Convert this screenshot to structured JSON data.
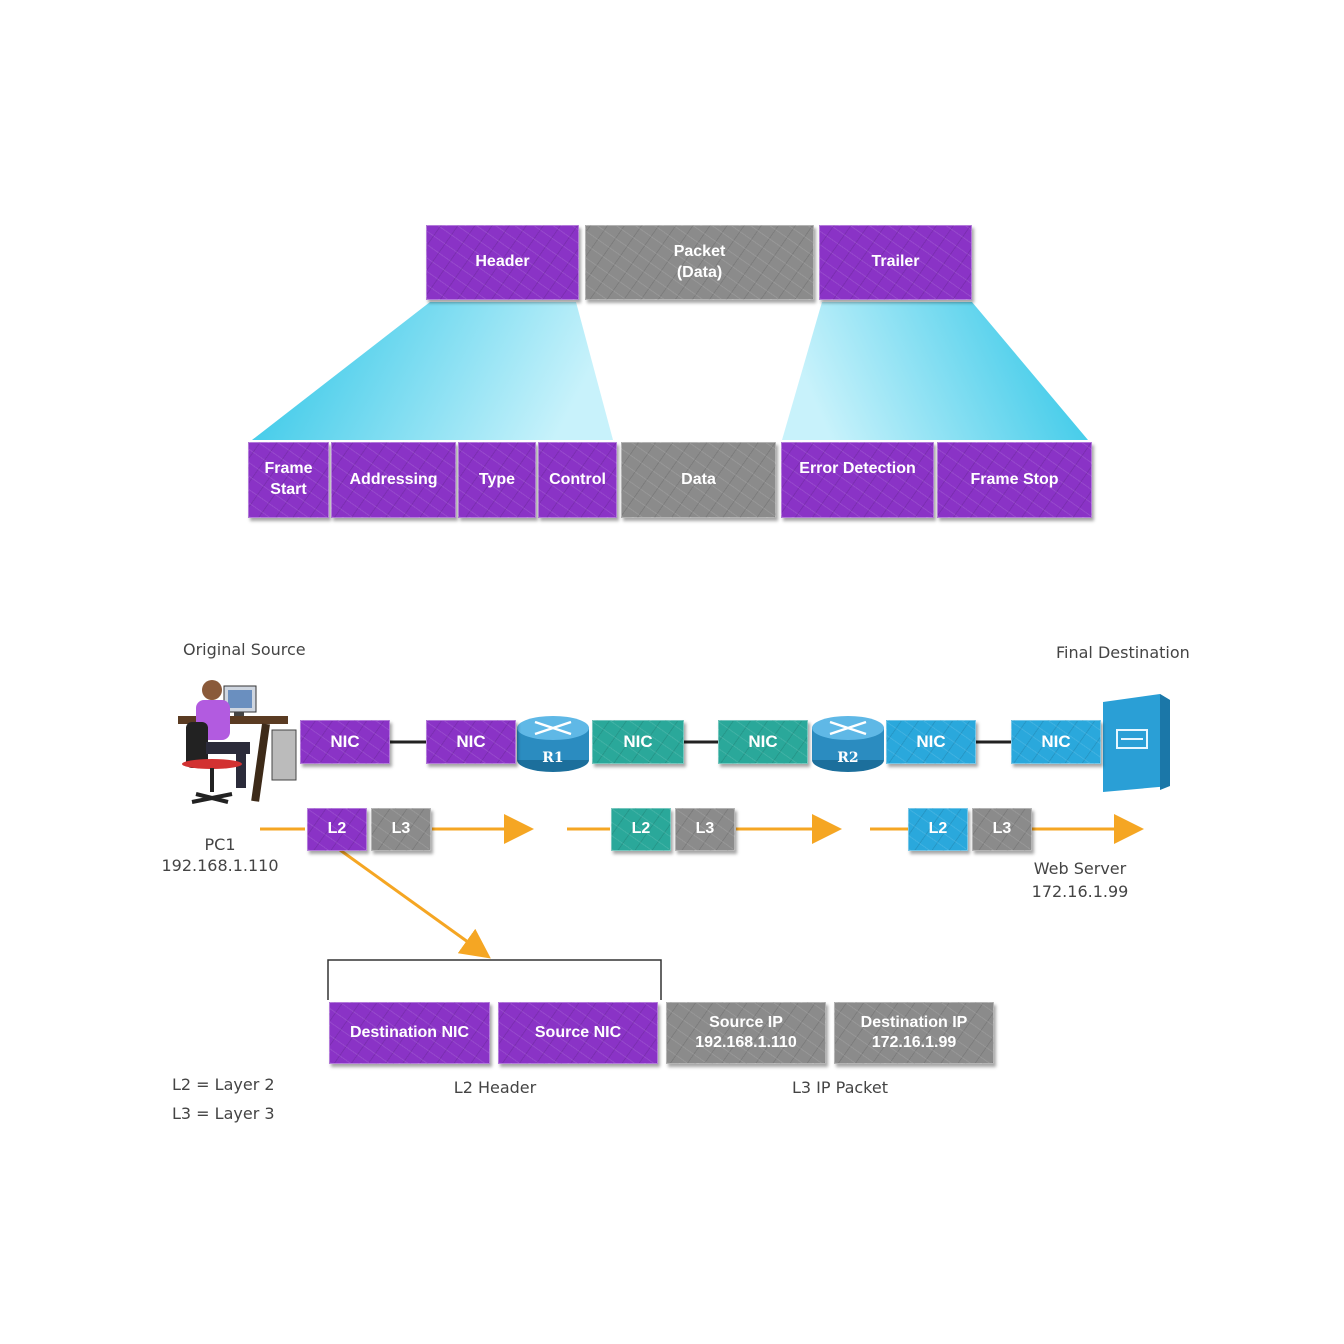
{
  "frame": {
    "top": {
      "header": "Header",
      "packet": "Packet\n(Data)",
      "trailer": "Trailer"
    },
    "fields": {
      "frame_start": "Frame\nStart",
      "addressing": "Addressing",
      "type": "Type",
      "control": "Control",
      "data": "Data",
      "error_detection": "Error Detection",
      "frame_stop": "Frame Stop"
    }
  },
  "network": {
    "original_source": "Original Source",
    "final_destination": "Final Destination",
    "pc1_name": "PC1",
    "pc1_ip": "192.168.1.110",
    "server_name": "Web Server",
    "server_ip": "172.16.1.99",
    "nic": "NIC",
    "r1": "R1",
    "r2": "R2",
    "l2": "L2",
    "l3": "L3"
  },
  "detail": {
    "destination_nic": "Destination NIC",
    "source_nic": "Source NIC",
    "source_ip": "Source IP\n192.168.1.110",
    "destination_ip": "Destination IP\n172.16.1.99",
    "l2_header": "L2 Header",
    "l3_ip_packet": "L3 IP Packet"
  },
  "legend": {
    "l2": "L2 = Layer 2",
    "l3": "L3 = Layer 3"
  },
  "colors": {
    "purple": "#8a33c6",
    "gray": "#8b8b8b",
    "teal": "#2aa89a",
    "blue": "#2aa8dc",
    "arrow": "#f5a623",
    "fan": "#2ec9ea"
  }
}
